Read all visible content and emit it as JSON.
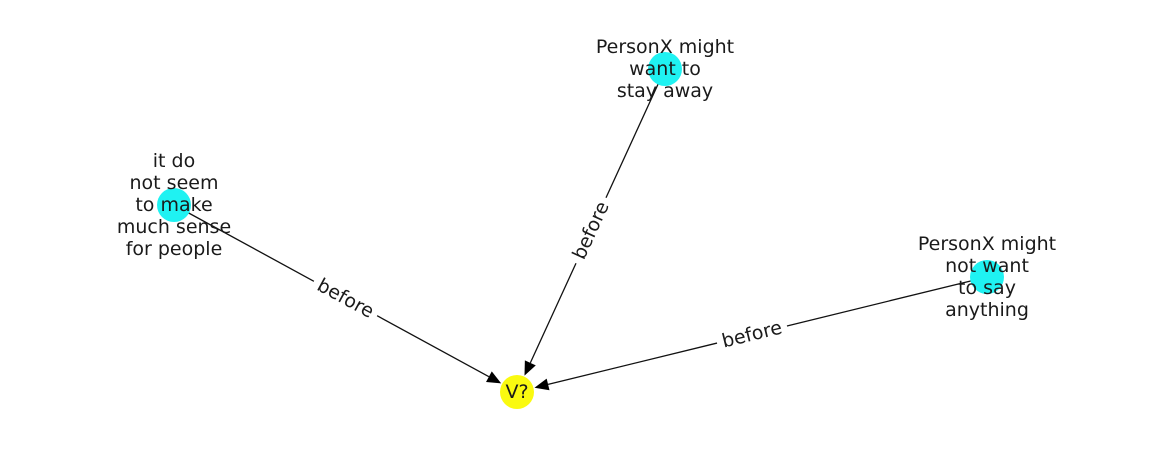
{
  "colors": {
    "context_node": "#1ff2f2",
    "target_node": "#fafa10",
    "edge": "#111111",
    "text": "#1a1a1a"
  },
  "nodes": [
    {
      "id": "n1",
      "role": "context",
      "lines": [
        "it do",
        "not seem",
        "to make",
        "much sense",
        "for people"
      ]
    },
    {
      "id": "n2",
      "role": "context",
      "lines": [
        "PersonX might",
        "want to",
        "stay away"
      ]
    },
    {
      "id": "n3",
      "role": "context",
      "lines": [
        "PersonX might",
        "not want",
        "to say",
        "anything"
      ]
    },
    {
      "id": "target",
      "role": "target",
      "lines": [
        "V?"
      ]
    }
  ],
  "edges": [
    {
      "from": "n1",
      "to": "target",
      "label": "before"
    },
    {
      "from": "n2",
      "to": "target",
      "label": "before"
    },
    {
      "from": "n3",
      "to": "target",
      "label": "before"
    }
  ]
}
